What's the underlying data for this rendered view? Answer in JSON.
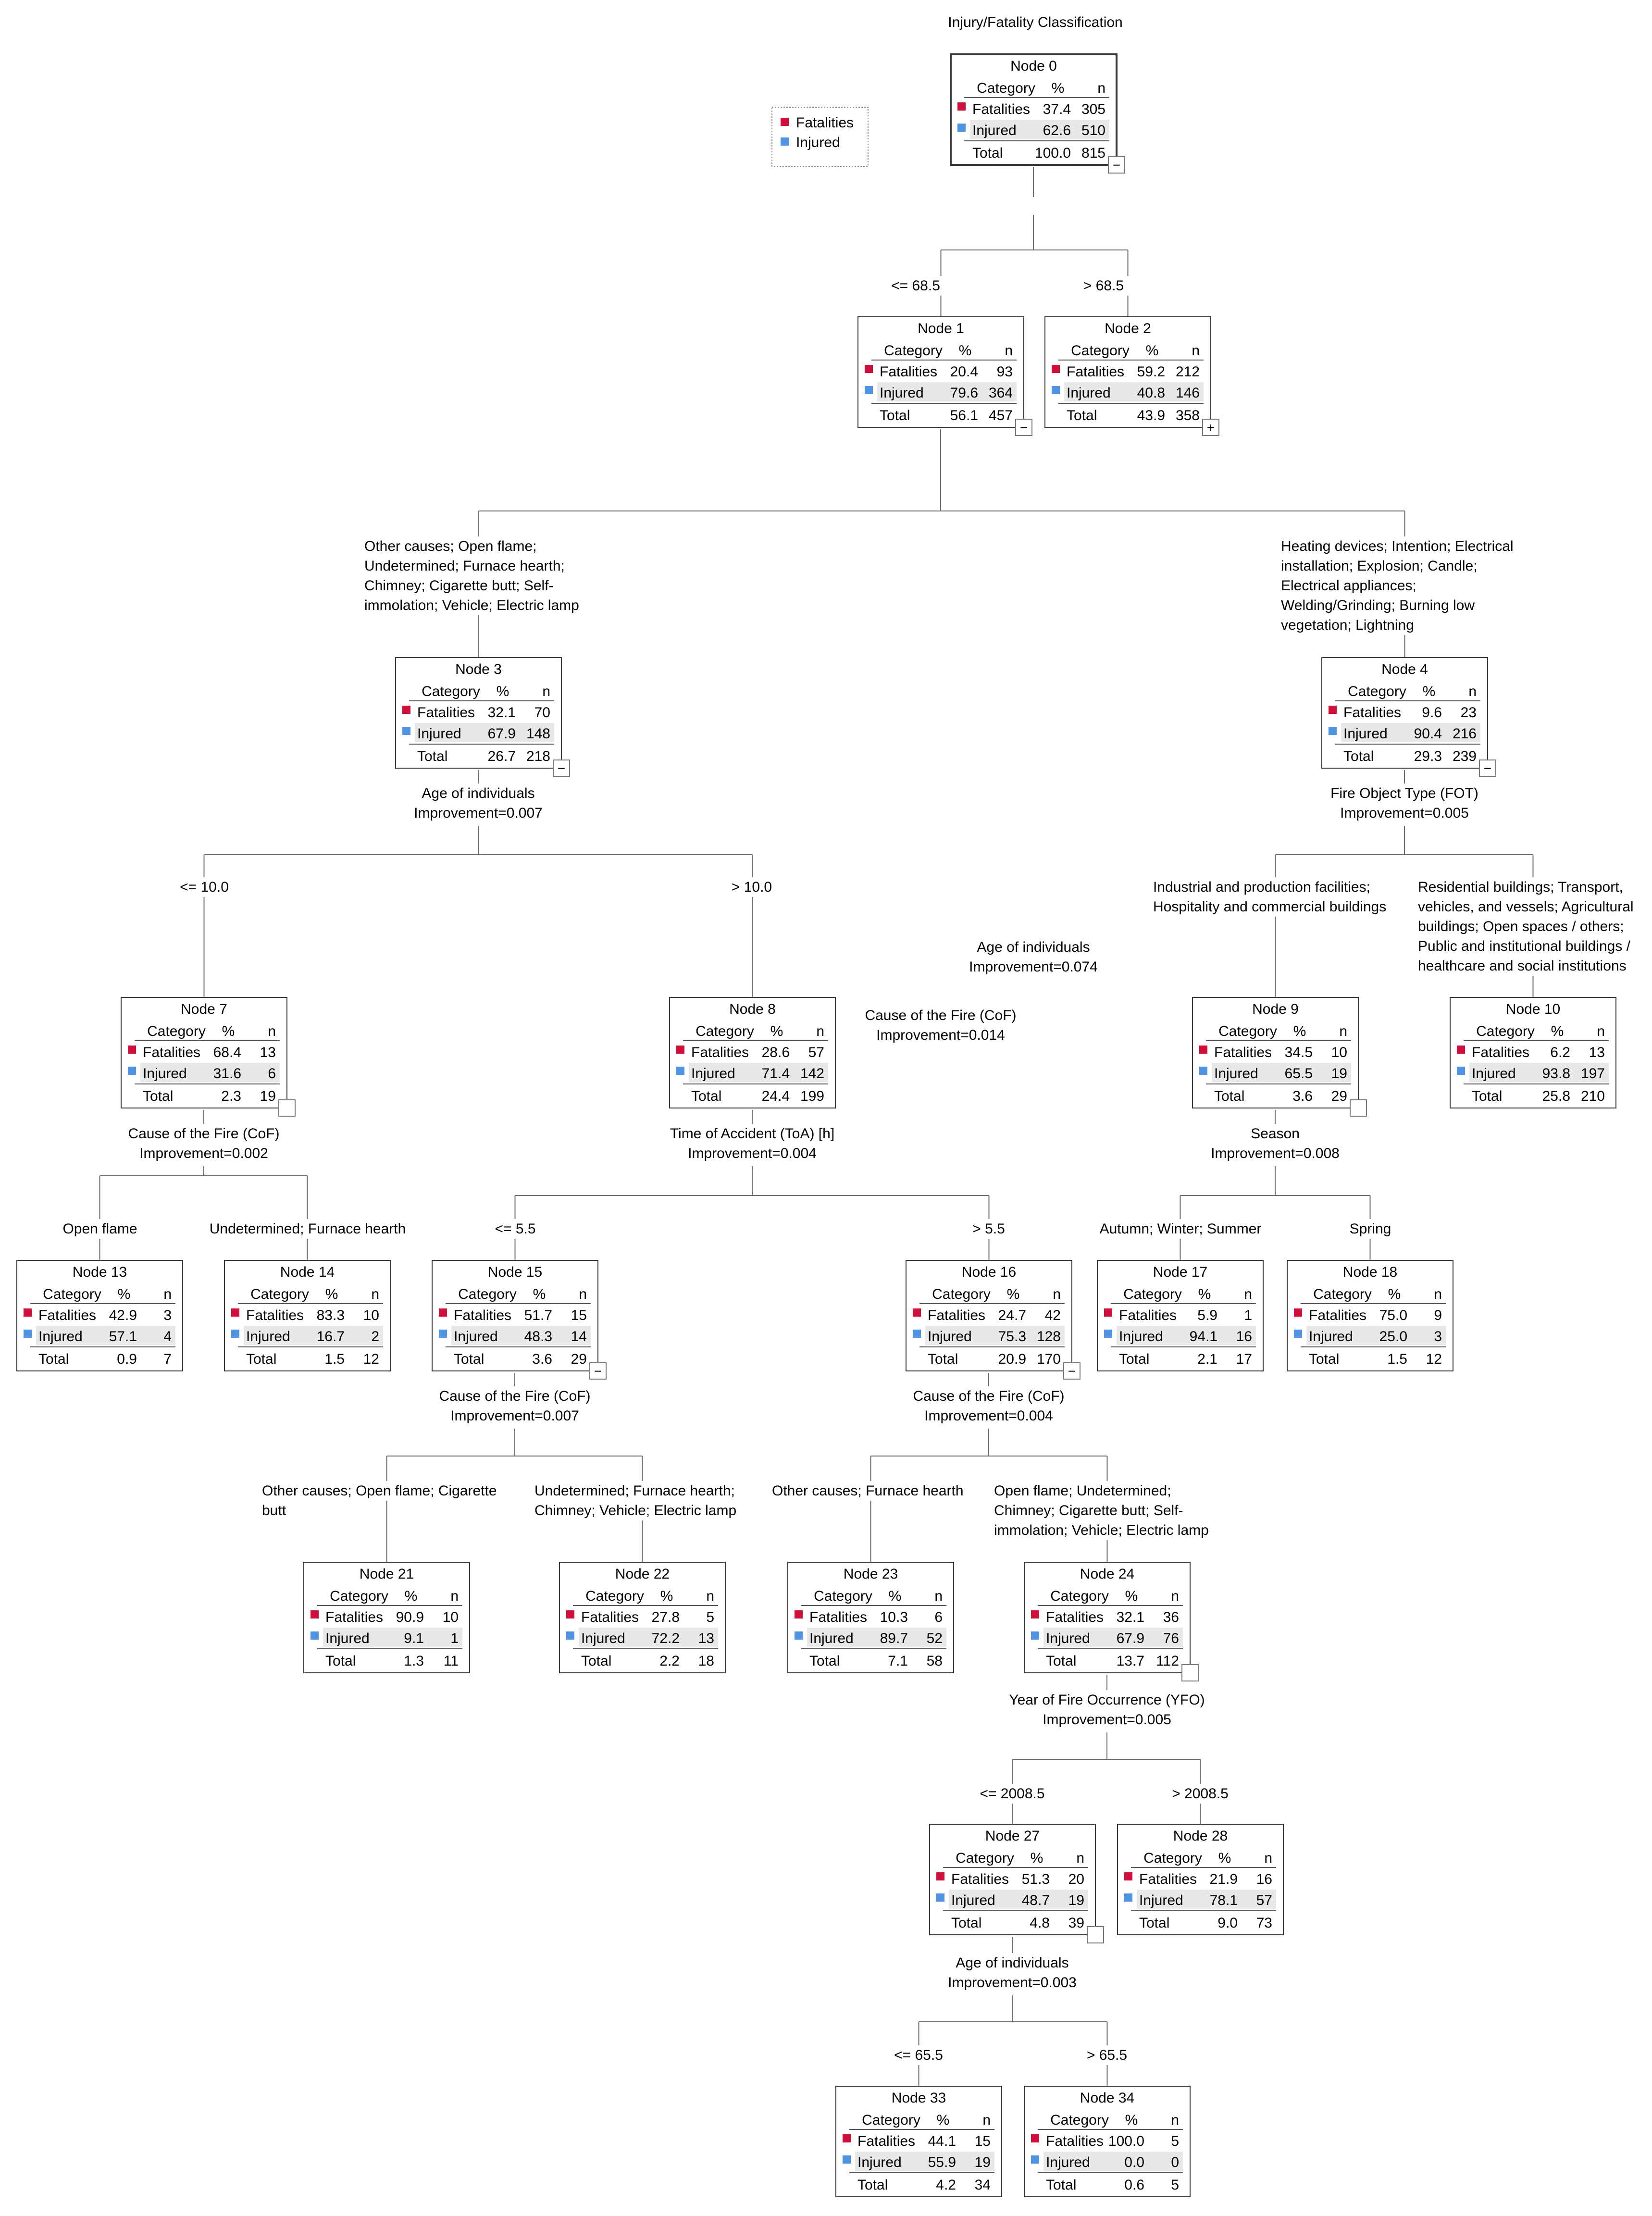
{
  "title": "Injury/Fatality Classification",
  "legend": [
    {
      "label": "Fatalities",
      "color": "#d0103a"
    },
    {
      "label": "Injured",
      "color": "#4f94e4"
    }
  ],
  "table_headers": {
    "category": "Category",
    "percent": "%",
    "n": "n"
  },
  "nodes": [
    {
      "id": "0",
      "title": "Node 0",
      "fat_pct": "37.4",
      "fat_n": "305",
      "inj_pct": "62.6",
      "inj_n": "510",
      "total_pct": "100.0",
      "total_n": "815",
      "toggle": "−"
    },
    {
      "id": "1",
      "title": "Node 1",
      "fat_pct": "20.4",
      "fat_n": "93",
      "inj_pct": "79.6",
      "inj_n": "364",
      "total_pct": "56.1",
      "total_n": "457",
      "toggle": "−"
    },
    {
      "id": "2",
      "title": "Node 2",
      "fat_pct": "59.2",
      "fat_n": "212",
      "inj_pct": "40.8",
      "inj_n": "146",
      "total_pct": "43.9",
      "total_n": "358",
      "toggle": "+"
    },
    {
      "id": "3",
      "title": "Node 3",
      "fat_pct": "32.1",
      "fat_n": "70",
      "inj_pct": "67.9",
      "inj_n": "148",
      "total_pct": "26.7",
      "total_n": "218",
      "toggle": "−"
    },
    {
      "id": "4",
      "title": "Node 4",
      "fat_pct": "9.6",
      "fat_n": "23",
      "inj_pct": "90.4",
      "inj_n": "216",
      "total_pct": "29.3",
      "total_n": "239",
      "toggle": "−"
    },
    {
      "id": "7",
      "title": "Node 7",
      "fat_pct": "68.4",
      "fat_n": "13",
      "inj_pct": "31.6",
      "inj_n": "6",
      "total_pct": "2.3",
      "total_n": "19",
      "toggle": ""
    },
    {
      "id": "8",
      "title": "Node 8",
      "fat_pct": "28.6",
      "fat_n": "57",
      "inj_pct": "71.4",
      "inj_n": "142",
      "total_pct": "24.4",
      "total_n": "199",
      "toggle": ""
    },
    {
      "id": "9",
      "title": "Node 9",
      "fat_pct": "34.5",
      "fat_n": "10",
      "inj_pct": "65.5",
      "inj_n": "19",
      "total_pct": "3.6",
      "total_n": "29",
      "toggle": ""
    },
    {
      "id": "10",
      "title": "Node 10",
      "fat_pct": "6.2",
      "fat_n": "13",
      "inj_pct": "93.8",
      "inj_n": "197",
      "total_pct": "25.8",
      "total_n": "210"
    },
    {
      "id": "13",
      "title": "Node 13",
      "fat_pct": "42.9",
      "fat_n": "3",
      "inj_pct": "57.1",
      "inj_n": "4",
      "total_pct": "0.9",
      "total_n": "7"
    },
    {
      "id": "14",
      "title": "Node 14",
      "fat_pct": "83.3",
      "fat_n": "10",
      "inj_pct": "16.7",
      "inj_n": "2",
      "total_pct": "1.5",
      "total_n": "12"
    },
    {
      "id": "15",
      "title": "Node 15",
      "fat_pct": "51.7",
      "fat_n": "15",
      "inj_pct": "48.3",
      "inj_n": "14",
      "total_pct": "3.6",
      "total_n": "29",
      "toggle": "−"
    },
    {
      "id": "16",
      "title": "Node 16",
      "fat_pct": "24.7",
      "fat_n": "42",
      "inj_pct": "75.3",
      "inj_n": "128",
      "total_pct": "20.9",
      "total_n": "170",
      "toggle": "−"
    },
    {
      "id": "17",
      "title": "Node 17",
      "fat_pct": "5.9",
      "fat_n": "1",
      "inj_pct": "94.1",
      "inj_n": "16",
      "total_pct": "2.1",
      "total_n": "17"
    },
    {
      "id": "18",
      "title": "Node 18",
      "fat_pct": "75.0",
      "fat_n": "9",
      "inj_pct": "25.0",
      "inj_n": "3",
      "total_pct": "1.5",
      "total_n": "12"
    },
    {
      "id": "21",
      "title": "Node 21",
      "fat_pct": "90.9",
      "fat_n": "10",
      "inj_pct": "9.1",
      "inj_n": "1",
      "total_pct": "1.3",
      "total_n": "11"
    },
    {
      "id": "22",
      "title": "Node 22",
      "fat_pct": "27.8",
      "fat_n": "5",
      "inj_pct": "72.2",
      "inj_n": "13",
      "total_pct": "2.2",
      "total_n": "18"
    },
    {
      "id": "23",
      "title": "Node 23",
      "fat_pct": "10.3",
      "fat_n": "6",
      "inj_pct": "89.7",
      "inj_n": "52",
      "total_pct": "7.1",
      "total_n": "58"
    },
    {
      "id": "24",
      "title": "Node 24",
      "fat_pct": "32.1",
      "fat_n": "36",
      "inj_pct": "67.9",
      "inj_n": "76",
      "total_pct": "13.7",
      "total_n": "112",
      "toggle": ""
    },
    {
      "id": "27",
      "title": "Node 27",
      "fat_pct": "51.3",
      "fat_n": "20",
      "inj_pct": "48.7",
      "inj_n": "19",
      "total_pct": "4.8",
      "total_n": "39",
      "toggle": ""
    },
    {
      "id": "28",
      "title": "Node 28",
      "fat_pct": "21.9",
      "fat_n": "16",
      "inj_pct": "78.1",
      "inj_n": "57",
      "total_pct": "9.0",
      "total_n": "73"
    },
    {
      "id": "33",
      "title": "Node 33",
      "fat_pct": "44.1",
      "fat_n": "15",
      "inj_pct": "55.9",
      "inj_n": "19",
      "total_pct": "4.2",
      "total_n": "34"
    },
    {
      "id": "34",
      "title": "Node 34",
      "fat_pct": "100.0",
      "fat_n": "5",
      "inj_pct": "0.0",
      "inj_n": "0",
      "total_pct": "0.6",
      "total_n": "5"
    }
  ],
  "splits": [
    {
      "id": "s0",
      "variable": "Age of individuals",
      "improvement": "Improvement=0.074"
    },
    {
      "id": "s1",
      "variable": "Cause of the Fire (CoF)",
      "improvement": "Improvement=0.014"
    },
    {
      "id": "s3",
      "variable": "Age of individuals",
      "improvement": "Improvement=0.007"
    },
    {
      "id": "s4",
      "variable": "Fire Object Type (FOT)",
      "improvement": "Improvement=0.005"
    },
    {
      "id": "s7",
      "variable": "Cause of the Fire (CoF)",
      "improvement": "Improvement=0.002"
    },
    {
      "id": "s8",
      "variable": "Time of Accident (ToA) [h]",
      "improvement": "Improvement=0.004"
    },
    {
      "id": "s9",
      "variable": "Season",
      "improvement": "Improvement=0.008"
    },
    {
      "id": "s15",
      "variable": "Cause of the Fire (CoF)",
      "improvement": "Improvement=0.007"
    },
    {
      "id": "s16",
      "variable": "Cause of the Fire (CoF)",
      "improvement": "Improvement=0.004"
    },
    {
      "id": "s24",
      "variable": "Year of Fire Occurrence (YFO)",
      "improvement": "Improvement=0.005"
    },
    {
      "id": "s27",
      "variable": "Age of individuals",
      "improvement": "Improvement=0.003"
    }
  ],
  "branches": [
    {
      "id": "b1",
      "lines": [
        "<= 68.5"
      ]
    },
    {
      "id": "b2",
      "lines": [
        "> 68.5"
      ]
    },
    {
      "id": "b3",
      "lines": [
        "Other causes; Open flame;",
        "Undetermined; Furnace hearth;",
        "Chimney; Cigarette butt; Self-",
        "immolation; Vehicle; Electric lamp"
      ]
    },
    {
      "id": "b4",
      "lines": [
        "Heating devices; Intention; Electrical",
        "installation; Explosion; Candle;",
        "Electrical appliances;",
        "Welding/Grinding; Burning low",
        "vegetation; Lightning"
      ]
    },
    {
      "id": "b7",
      "lines": [
        "<= 10.0"
      ]
    },
    {
      "id": "b8",
      "lines": [
        "> 10.0"
      ]
    },
    {
      "id": "b9",
      "lines": [
        "Industrial and production facilities;",
        "Hospitality and commercial buildings"
      ]
    },
    {
      "id": "b10",
      "lines": [
        "Residential buildings; Transport,",
        "vehicles, and vessels; Agricultural",
        "buildings; Open spaces / others;",
        "Public and institutional buildings /",
        "healthcare and social institutions"
      ]
    },
    {
      "id": "b13",
      "lines": [
        "Open flame"
      ]
    },
    {
      "id": "b14",
      "lines": [
        "Undetermined; Furnace hearth"
      ]
    },
    {
      "id": "b15",
      "lines": [
        "<= 5.5"
      ]
    },
    {
      "id": "b16",
      "lines": [
        "> 5.5"
      ]
    },
    {
      "id": "b17",
      "lines": [
        "Autumn; Winter; Summer"
      ]
    },
    {
      "id": "b18",
      "lines": [
        "Spring"
      ]
    },
    {
      "id": "b21",
      "lines": [
        "Other causes; Open flame; Cigarette",
        "butt"
      ]
    },
    {
      "id": "b22",
      "lines": [
        "Undetermined; Furnace hearth;",
        "Chimney; Vehicle; Electric lamp"
      ]
    },
    {
      "id": "b23",
      "lines": [
        "Other causes; Furnace hearth"
      ]
    },
    {
      "id": "b24",
      "lines": [
        "Open flame; Undetermined;",
        "Chimney; Cigarette butt; Self-",
        "immolation; Vehicle; Electric lamp"
      ]
    },
    {
      "id": "b27",
      "lines": [
        "<= 2008.5"
      ]
    },
    {
      "id": "b28",
      "lines": [
        "> 2008.5"
      ]
    },
    {
      "id": "b33",
      "lines": [
        "<= 65.5"
      ]
    },
    {
      "id": "b34",
      "lines": [
        "> 65.5"
      ]
    }
  ]
}
